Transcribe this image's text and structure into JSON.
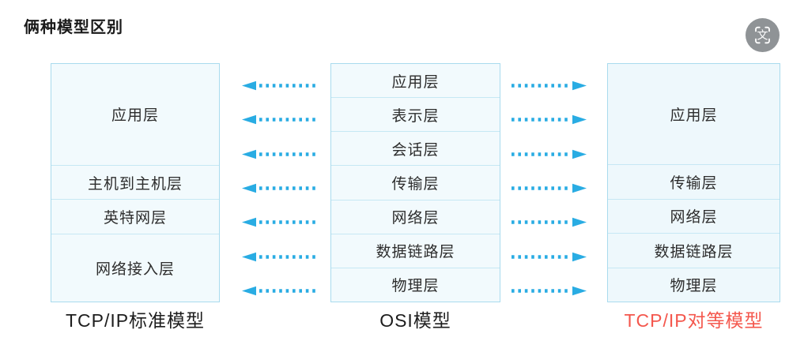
{
  "title": "俩种模型区别",
  "colors": {
    "arrow_cyan": "#29ACE3",
    "box_border": "#A9DBEE",
    "box_fill": "#F2FAFD",
    "peer_label_red": "#F4574D",
    "translate_icon_bg": "#8F9396"
  },
  "toolbar": {
    "translate_icon_glyph": "文"
  },
  "diagram": {
    "tcpip_standard": {
      "label": "TCP/IP标准模型",
      "layers": [
        "应用层",
        "主机到主机层",
        "英特网层",
        "网络接入层"
      ]
    },
    "osi": {
      "label": "OSI模型",
      "layers": [
        "应用层",
        "表示层",
        "会话层",
        "传输层",
        "网络层",
        "数据链路层",
        "物理层"
      ]
    },
    "tcpip_peer": {
      "label": "TCP/IP对等模型",
      "layers": [
        "应用层",
        "传输层",
        "网络层",
        "数据链路层",
        "物理层"
      ]
    }
  }
}
